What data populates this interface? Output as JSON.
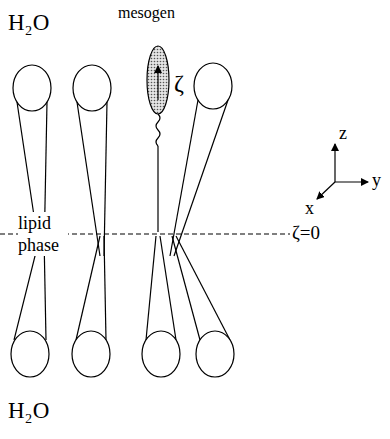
{
  "diagram": {
    "labels": [
      "H₂O",
      "mesogen",
      "ζ",
      "lipid phase",
      "ζ=0",
      "z",
      "y",
      "x",
      "H₂O"
    ]
  }
}
